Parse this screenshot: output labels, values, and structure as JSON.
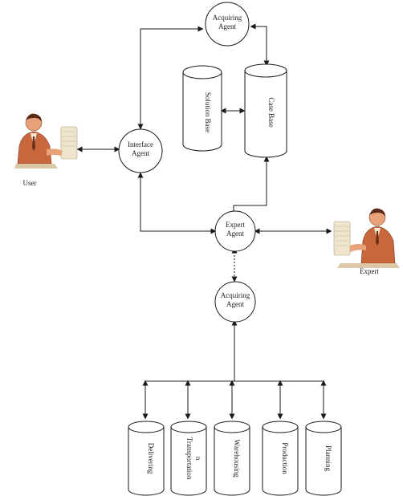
{
  "agents": {
    "acquiring_top": [
      "Acquiring",
      "Agent"
    ],
    "interface": [
      "Interface",
      "Agent"
    ],
    "expert": [
      "Expert",
      "Agent"
    ],
    "acquiring_bottom": [
      "Acquiring",
      "Agent"
    ]
  },
  "databases": {
    "solution_base": "Solution Base",
    "case_base": "Case Base",
    "delivering": "Delivering",
    "transportation": [
      "Transportation",
      "n"
    ],
    "warehousing": "Warehousing",
    "production": "Production",
    "planning": "Planning"
  },
  "actors": {
    "user": "User",
    "expert": "Expert"
  },
  "colors": {
    "line": "#1a1a1a",
    "skin": "#e8a27a",
    "suit": "#c8663c",
    "paper": "#efe4cc"
  }
}
